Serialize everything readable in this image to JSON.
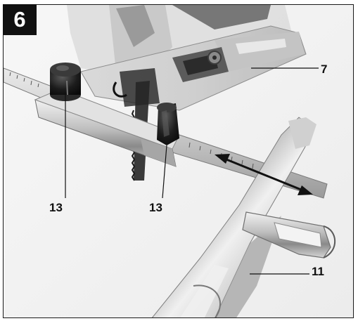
{
  "figure": {
    "number": "6",
    "callouts": {
      "c7": "7",
      "c11": "11",
      "c13a": "13",
      "c13b": "13"
    },
    "colors": {
      "badge_bg": "#111111",
      "badge_text": "#ffffff",
      "label_text": "#111111"
    }
  }
}
